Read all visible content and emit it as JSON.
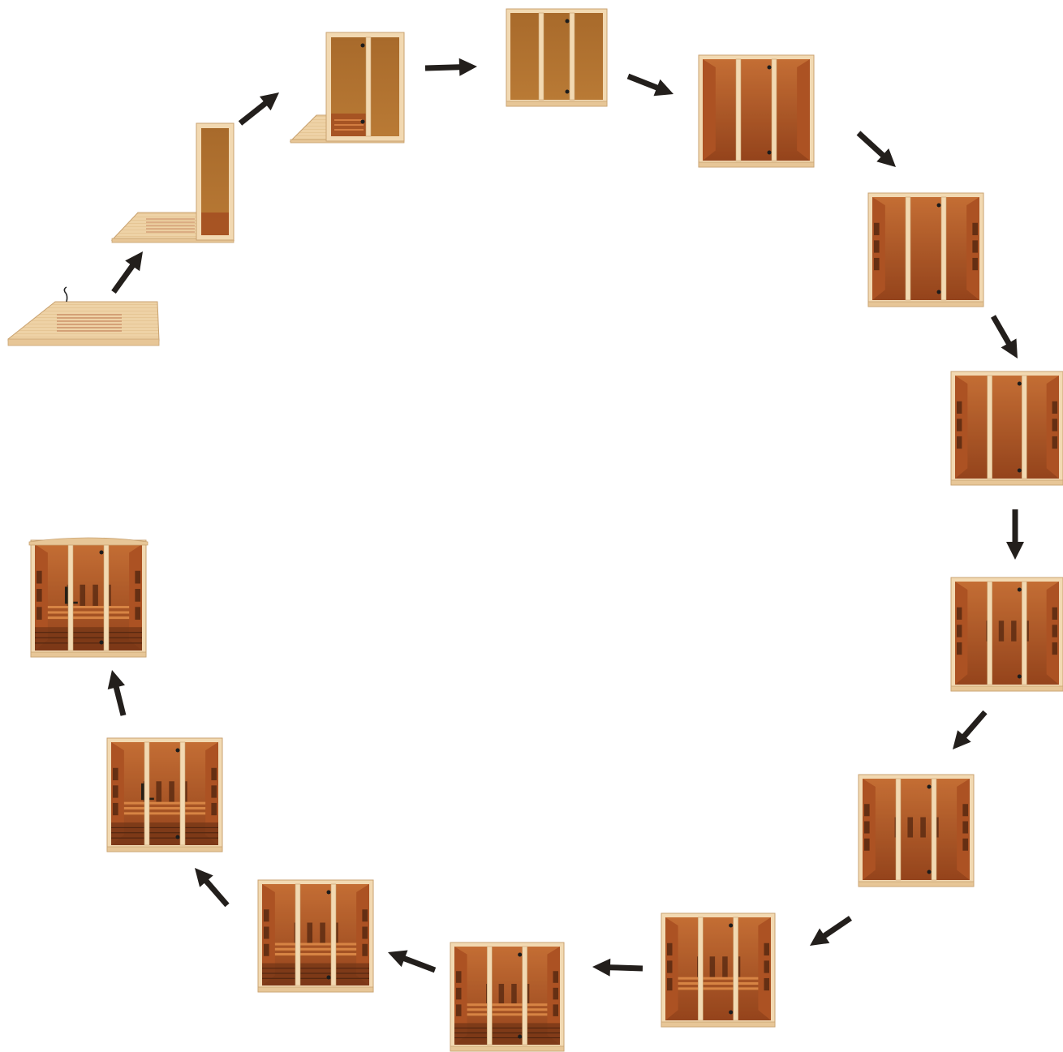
{
  "title": "",
  "colors": {
    "wood_light": "#f2d9b2",
    "wood_mid": "#e7c697",
    "wood_edge": "#c9a270",
    "glass": "#b8782f",
    "glass_dark": "#9a5a22",
    "interior": "#b25a2a",
    "interior_dark": "#6a2a12",
    "heater": "#4a1c0c",
    "handle": "#1c1c1c",
    "arrow": "#231f1c"
  },
  "steps": [
    {
      "stage": "floor",
      "label": ""
    },
    {
      "stage": "floor-back-wall",
      "label": ""
    },
    {
      "stage": "floor-back-wall-side",
      "label": ""
    },
    {
      "stage": "glass-front",
      "label": ""
    },
    {
      "stage": "interior-partial",
      "label": ""
    },
    {
      "stage": "interior-side-panels",
      "label": ""
    },
    {
      "stage": "interior-more-panels",
      "label": ""
    },
    {
      "stage": "interior-full-panels",
      "label": ""
    },
    {
      "stage": "interior-benches",
      "label": ""
    },
    {
      "stage": "interior-benches-heaters",
      "label": ""
    },
    {
      "stage": "interior-lower-panels",
      "label": ""
    },
    {
      "stage": "interior-all-heaters",
      "label": ""
    },
    {
      "stage": "interior-controls",
      "label": ""
    },
    {
      "stage": "complete-with-roof",
      "label": ""
    }
  ],
  "arrow_count": 13
}
